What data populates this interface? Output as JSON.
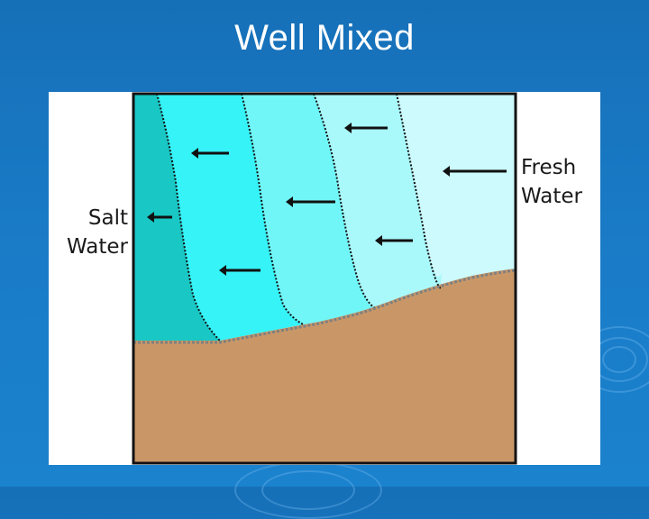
{
  "slide": {
    "title": "Well Mixed"
  },
  "diagram": {
    "salt_label_line1": "Salt",
    "salt_label_line2": "Water",
    "fresh_label_line1": "Fresh",
    "fresh_label_line2": "Water",
    "colors": {
      "background": "#1a78c4",
      "panel": "#ffffff",
      "layer_1_salt": "#19c7c4",
      "layer_2": "#35f3f7",
      "layer_3": "#71f6f8",
      "layer_4": "#a9f8fa",
      "layer_5_fresh": "#ccfafd",
      "sediment": "#c99767",
      "outline": "#111111"
    }
  }
}
